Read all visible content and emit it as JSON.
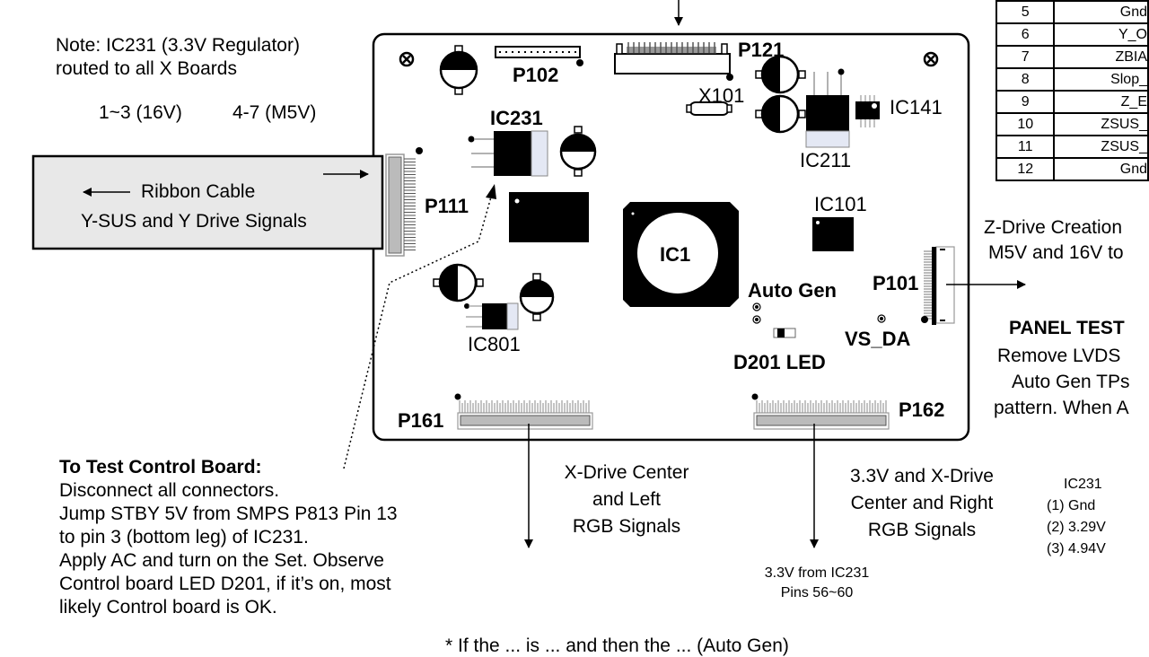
{
  "pin_table": {
    "rows": [
      {
        "pin": "5",
        "signal": "Gnd"
      },
      {
        "pin": "6",
        "signal": "Y_O"
      },
      {
        "pin": "7",
        "signal": "ZBIA"
      },
      {
        "pin": "8",
        "signal": "Slop_"
      },
      {
        "pin": "9",
        "signal": "Z_E"
      },
      {
        "pin": "10",
        "signal": "ZSUS_"
      },
      {
        "pin": "11",
        "signal": "ZSUS_"
      },
      {
        "pin": "12",
        "signal": "Gnd"
      }
    ]
  },
  "notes": {
    "regulator_note_line1": "Note: IC231 (3.3V Regulator)",
    "regulator_note_line2": "routed to all X Boards",
    "voltage_16v": "1~3 (16V)",
    "voltage_m5v": "4-7 (M5V)",
    "ribbon_line1": "Ribbon Cable",
    "ribbon_line2": "Y-SUS and Y Drive Signals",
    "zdrive_line1": "Z-Drive Creation",
    "zdrive_line2": "M5V and 16V to",
    "panel_test_title": "PANEL TEST",
    "panel_test_line1": "Remove LVDS",
    "panel_test_line2": "Auto Gen TPs",
    "panel_test_line3": "pattern. When A",
    "test_title": "To Test Control Board:",
    "test_lines": [
      "Disconnect all connectors.",
      "Jump STBY 5V from SMPS P813 Pin 13",
      "to pin 3 (bottom leg) of IC231.",
      "Apply AC and turn on the Set. Observe",
      "Control board LED D201, if it’s on, most",
      "likely Control board is OK."
    ],
    "xdrive_left_lines": [
      "X-Drive Center",
      "and Left",
      "RGB Signals"
    ],
    "xdrive_right_lines": [
      "3.3V and X-Drive",
      "Center and Right",
      "RGB Signals"
    ],
    "ic231_title": "IC231",
    "ic231_pins": [
      "(1) Gnd",
      "(2) 3.29V",
      "(3) 4.94V"
    ],
    "from_ic231_line1": "3.3V from IC231",
    "from_ic231_line2": "Pins 56~60",
    "footnote": "* If the ... is ... and then the ... (Auto Gen)"
  },
  "board": {
    "labels": {
      "p102": "P102",
      "p121": "P121",
      "x101": "X101",
      "ic141": "IC141",
      "ic231": "IC231",
      "ic211": "IC211",
      "p111": "P111",
      "ic101": "IC101",
      "ic1": "IC1",
      "auto_gen": "Auto Gen",
      "p101": "P101",
      "ic801": "IC801",
      "vs_da": "VS_DA",
      "d201": "D201 LED",
      "p161": "P161",
      "p162": "P162"
    }
  }
}
